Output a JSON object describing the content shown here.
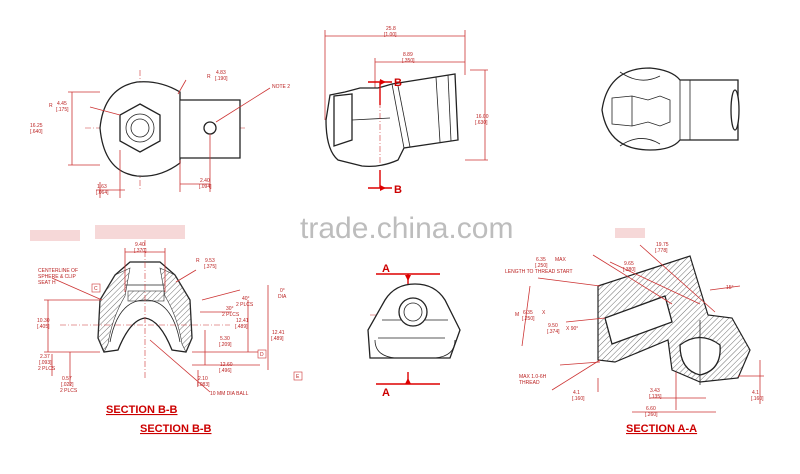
{
  "watermark": "trade.china.com",
  "captions": {
    "section_bb_1": "SECTION B-B",
    "section_bb_2": "SECTION B-B",
    "section_aa": "SECTION A-A"
  },
  "section_markers": {
    "b_top": "B",
    "b_bottom": "B",
    "a_top": "A",
    "a_bottom": "A"
  },
  "views": {
    "top_left": {
      "r_label": "R",
      "r_value": "4.45",
      "r_inch": "[.175]",
      "h_value": "16.25",
      "h_inch": "[.640]",
      "r2_label": "R",
      "r2_value": "4.83",
      "r2_inch": "[.190]",
      "note": "NOTE 2",
      "bot1_value": "1.63",
      "bot1_inch": "[.064]",
      "bot2_value": "2.40",
      "bot2_inch": "[.094]"
    },
    "top_mid": {
      "w_value": "25.8",
      "w_inch": "[1.00]",
      "w2_value": "8.89",
      "w2_inch": "[.350]",
      "h_value": "16.00",
      "h_inch": "[.630]"
    },
    "section_bb": {
      "w_value": "9.40",
      "w_inch": "[.370]",
      "r_label": "R",
      "r_value": "9.53",
      "r_inch": "[.375]",
      "centerline_note_1": "CENTERLINE OF",
      "centerline_note_2": "SPHERE & CLIP",
      "centerline_note_3": "SEAT H",
      "box_c": "C",
      "left_h_value": "10.30",
      "left_h_inch": "[.405]",
      "left_b1_value": "2.37",
      "left_b1_inch": "[.093]",
      "left_b2_value": "0.57",
      "left_b2_inch": "[.022]",
      "left_b2_note": "2 PLCS",
      "left_b1_note": "2 PLCS",
      "angle_1": "40°",
      "angle_1_note": "2 PLCS",
      "angle_2": "30°",
      "angle_2_note": "2 PLCS",
      "mid_h_value": "12.41",
      "mid_h_inch": "[.489]",
      "mid_h2_value": "5.30",
      "mid_h2_inch": "[.209]",
      "box_d": "D",
      "right_h_value": "12.41",
      "right_h_inch": "[.489]",
      "angle_3": "0°",
      "angle_3_note": "DIA",
      "bottom_value": "2.10",
      "bottom_inch": "[.083]",
      "bottom2_value": "12.60",
      "bottom2_inch": "[.496]",
      "ball_note": "10 MM DIA BALL",
      "box_e": "E"
    },
    "section_aa": {
      "top_value": "6.35",
      "top_inch": "[.250]",
      "top_max": "MAX",
      "top_note": "LENGTH TO THREAD START",
      "w2_value": "9.65",
      "w2_inch": "[.380]",
      "w3_value": "19.75",
      "w3_inch": "[.778]",
      "angle": "15°",
      "thread_label": "M",
      "thread_value": "6.35",
      "thread_inch": "[.250]",
      "x_label": "X",
      "thread_note_1": "MAX 1.0-6H",
      "thread_note_2": "THREAD",
      "csk_value": "9.50",
      "csk_inch": "[.374]",
      "csk_note": "X 90°",
      "b1_value": "4.1",
      "b1_inch": "[.160]",
      "b2_value": "3.43",
      "b2_inch": "[.135]",
      "b3_value": "6.60",
      "b3_inch": "[.260]",
      "b4_value": "4.1",
      "b4_inch": "[.160]"
    }
  }
}
